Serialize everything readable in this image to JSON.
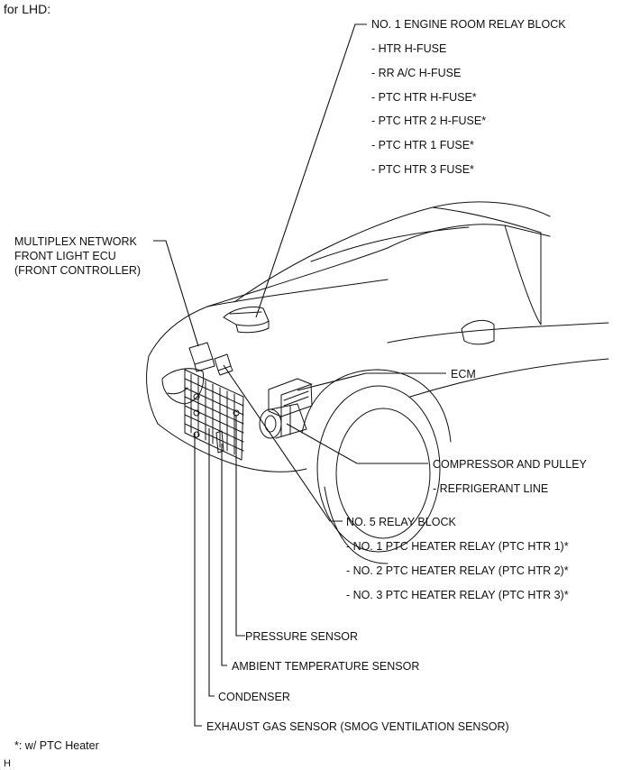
{
  "header": {
    "title": "for LHD:"
  },
  "callouts": {
    "engine_room_relay_block": {
      "label": "NO. 1 ENGINE ROOM RELAY BLOCK",
      "items": [
        "- HTR H-FUSE",
        "- RR A/C H-FUSE",
        "- PTC HTR H-FUSE*",
        "- PTC HTR 2 H-FUSE*",
        "- PTC HTR 1 FUSE*",
        "- PTC HTR 3 FUSE*"
      ]
    },
    "multiplex_ecu": {
      "lines": [
        "MULTIPLEX NETWORK",
        "FRONT LIGHT ECU",
        "(FRONT CONTROLLER)"
      ]
    },
    "ecm": {
      "label": "ECM"
    },
    "compressor": {
      "label": "COMPRESSOR AND PULLEY",
      "items": [
        "- REFRIGERANT LINE"
      ]
    },
    "relay_block_5": {
      "label": "NO. 5 RELAY BLOCK",
      "items": [
        "- NO. 1 PTC HEATER RELAY (PTC HTR 1)*",
        "- NO. 2 PTC HEATER RELAY (PTC HTR 2)*",
        "- NO. 3 PTC HEATER RELAY (PTC HTR 3)*"
      ]
    },
    "pressure_sensor": {
      "label": "PRESSURE SENSOR"
    },
    "ambient_sensor": {
      "label": "AMBIENT TEMPERATURE SENSOR"
    },
    "condenser": {
      "label": "CONDENSER"
    },
    "exhaust_sensor": {
      "label": "EXHAUST GAS SENSOR (SMOG VENTILATION SENSOR)"
    }
  },
  "footnote": "*: w/ PTC Heater",
  "corner_mark": "H",
  "colors": {
    "ink": "#111111",
    "background": "#ffffff"
  }
}
